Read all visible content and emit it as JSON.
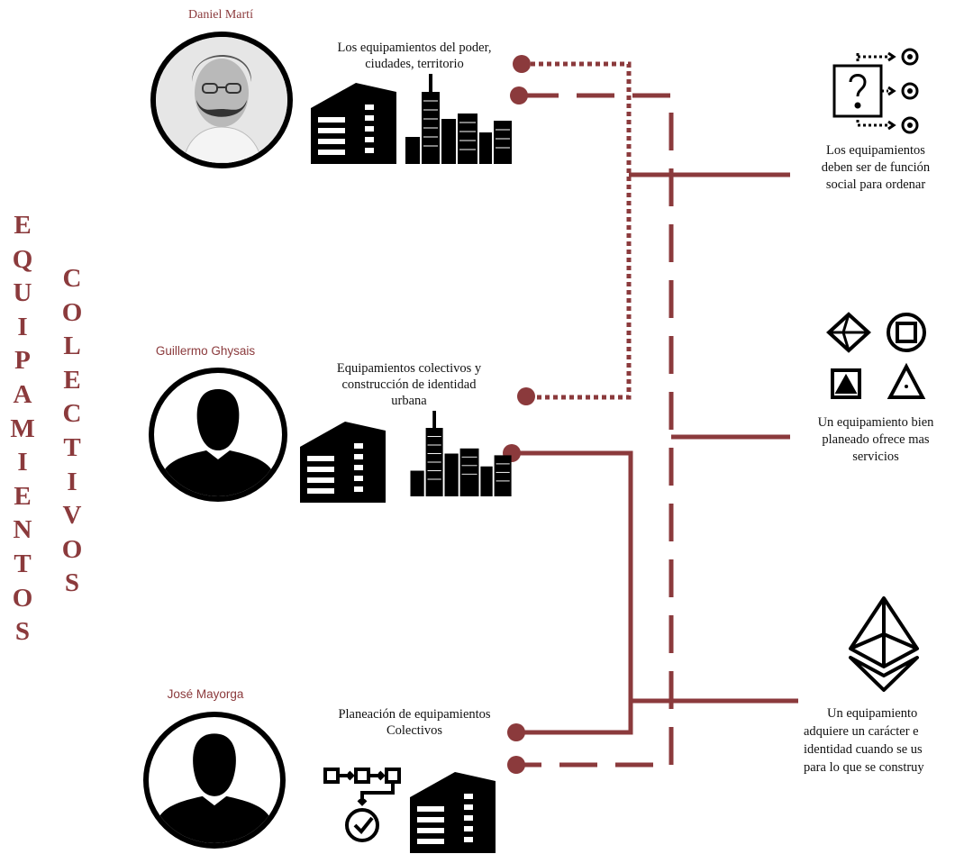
{
  "title": {
    "word1": [
      "E",
      "Q",
      "U",
      "I",
      "P",
      "A",
      "M",
      "I",
      "E",
      "N",
      "T",
      "O",
      "S"
    ],
    "word2": [
      "C",
      "O",
      "L",
      "E",
      "C",
      "T",
      "I",
      "V",
      "O",
      "S"
    ]
  },
  "people": [
    {
      "name": "Daniel Martí",
      "topic_lines": [
        "Los equipamientos del poder,",
        "ciudades, territorio"
      ]
    },
    {
      "name": "Guillermo Ghysais",
      "topic_lines": [
        "Equipamientos colectivos y",
        "construcción de identidad",
        "urbana"
      ]
    },
    {
      "name": "José Mayorga",
      "topic_lines": [
        "Planeación de equipamientos",
        "Colectivos"
      ]
    }
  ],
  "conclusions": [
    {
      "lines": [
        "Los equipamientos",
        "deben ser de función",
        "social para ordenar"
      ],
      "icon": "question-flow-icon"
    },
    {
      "lines": [
        "Un equipamiento bien",
        "planeado ofrece mas",
        "servicios"
      ],
      "icon": "geometric-shapes-icon"
    },
    {
      "lines": [
        "Un equipamiento",
        "adquiere un carácter e",
        "identidad cuando se us",
        "para lo que se construy"
      ],
      "icon": "ethereum-diamond-icon"
    }
  ],
  "colors": {
    "accent": "#8b3a3c",
    "connector": "#8b3a3c",
    "ink": "#000000"
  }
}
